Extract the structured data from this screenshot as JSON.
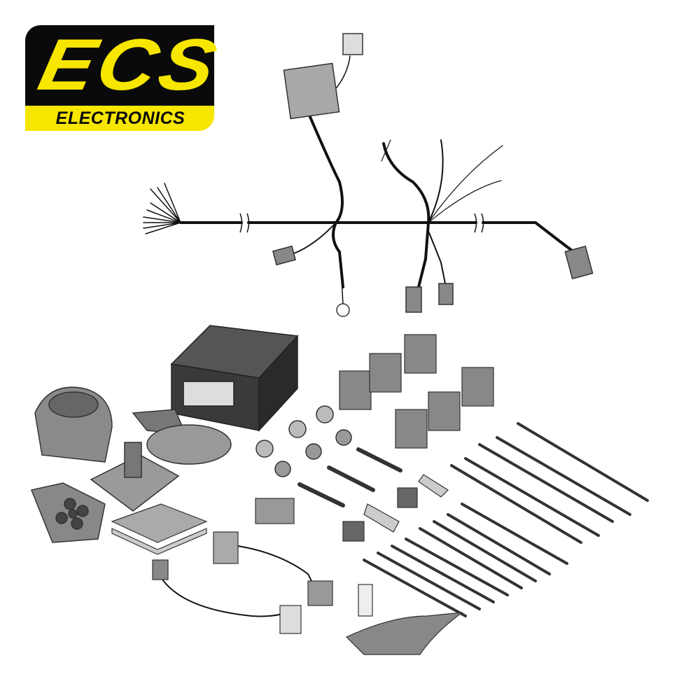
{
  "logo": {
    "brand": "ECS",
    "tagline": "ELECTRONICS",
    "colors": {
      "yellow": "#f7e600",
      "black": "#0a0a0a"
    }
  },
  "product": {
    "type": "towbar wiring kit illustration",
    "colors": {
      "wire": "#111111",
      "part_fill": "#8a8a8a",
      "part_light": "#c8c8c8",
      "outline": "#333333"
    }
  }
}
